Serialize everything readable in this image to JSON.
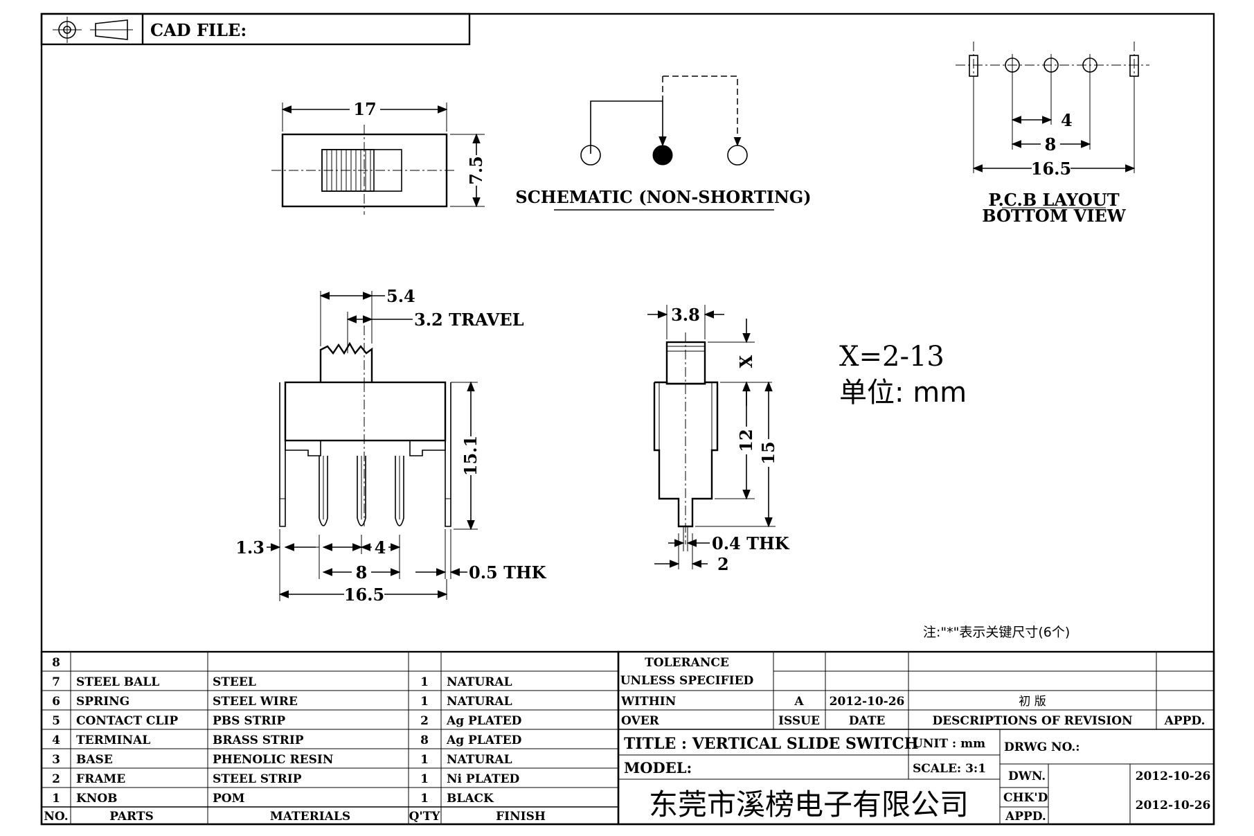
{
  "header": {
    "cad_file_label": "CAD FILE:",
    "projection_icon": "third-angle-projection-icon"
  },
  "top_view": {
    "width_dim": "17",
    "height_dim": "7.5"
  },
  "schematic": {
    "caption": "SCHEMATIC (NON-SHORTING)"
  },
  "pcb_layout": {
    "dim_4": "4",
    "dim_8": "8",
    "dim_16_5": "16.5",
    "caption_1": "P.C.B LAYOUT",
    "caption_2": "BOTTOM VIEW"
  },
  "front_view": {
    "dim_5_4": "5.4",
    "dim_travel": "3.2 TRAVEL",
    "dim_15_1": "15.1",
    "dim_1_3": "1.3",
    "dim_4": "4",
    "dim_8": "8",
    "dim_16_5": "16.5",
    "dim_thk": "0.5 THK"
  },
  "side_view": {
    "dim_3_8": "3.8",
    "dim_x": "X",
    "dim_12": "12",
    "dim_15": "15",
    "dim_thk": "0.4 THK",
    "dim_2": "2"
  },
  "notes": {
    "x_range": "X=2-13",
    "unit": "单位: mm",
    "key_dim_note": "注:\"*\"表示关键尺寸(6个)"
  },
  "bom": {
    "rows": [
      {
        "no": "8",
        "part": "",
        "material": "",
        "qty": "",
        "finish": ""
      },
      {
        "no": "7",
        "part": "STEEL BALL",
        "material": "STEEL",
        "qty": "1",
        "finish": "NATURAL"
      },
      {
        "no": "6",
        "part": "SPRING",
        "material": "STEEL WIRE",
        "qty": "1",
        "finish": "NATURAL"
      },
      {
        "no": "5",
        "part": "CONTACT CLIP",
        "material": "PBS STRIP",
        "qty": "2",
        "finish": "Ag PLATED"
      },
      {
        "no": "4",
        "part": "TERMINAL",
        "material": "BRASS STRIP",
        "qty": "8",
        "finish": "Ag PLATED"
      },
      {
        "no": "3",
        "part": "BASE",
        "material": "PHENOLIC RESIN",
        "qty": "1",
        "finish": "NATURAL"
      },
      {
        "no": "2",
        "part": "FRAME",
        "material": "STEEL STRIP",
        "qty": "1",
        "finish": "Ni PLATED"
      },
      {
        "no": "1",
        "part": "KNOB",
        "material": "POM",
        "qty": "1",
        "finish": "BLACK"
      }
    ],
    "header": {
      "no": "NO.",
      "part": "PARTS",
      "material": "MATERIALS",
      "qty": "Q'TY",
      "finish": "FINISH"
    }
  },
  "title_block": {
    "tolerance_1": "TOLERANCE",
    "tolerance_2": "UNLESS SPECIFIED",
    "within": "WITHIN",
    "over": "OVER",
    "rev_issue": "A",
    "rev_date": "2012-10-26",
    "rev_desc": "初 版",
    "col_issue": "ISSUE",
    "col_date": "DATE",
    "col_desc": "DESCRIPTIONS OF REVISION",
    "col_appd": "APPD.",
    "title": "TITLE :  VERTICAL SLIDE SWITCH",
    "unit": "UNIT :  mm",
    "drwg_no": "DRWG NO.:",
    "model": "MODEL:",
    "scale": "SCALE:  3:1",
    "dwn": "DWN.",
    "dwn_date": "2012-10-26",
    "chkd": "CHK'D",
    "chkd_date": "2012-10-26",
    "appd": "APPD.",
    "company": "东莞市溪榜电子有限公司"
  }
}
